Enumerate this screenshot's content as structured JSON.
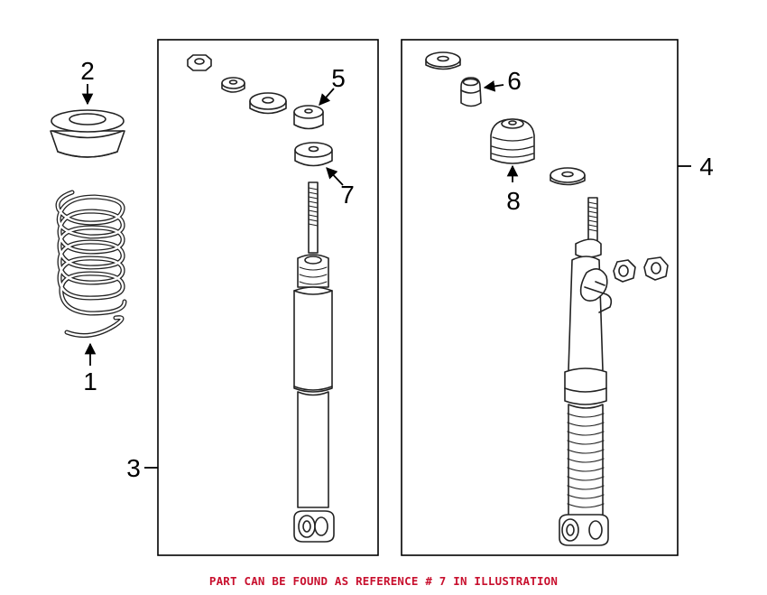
{
  "callouts": {
    "c1": "1",
    "c2": "2",
    "c3": "3",
    "c4": "4",
    "c5": "5",
    "c6": "6",
    "c7": "7",
    "c8": "8"
  },
  "footer_note": "PART CAN BE FOUND AS REFERENCE # 7 IN ILLUSTRATION",
  "colors": {
    "note": "#c8102e",
    "line": "#222222",
    "background": "#ffffff"
  }
}
